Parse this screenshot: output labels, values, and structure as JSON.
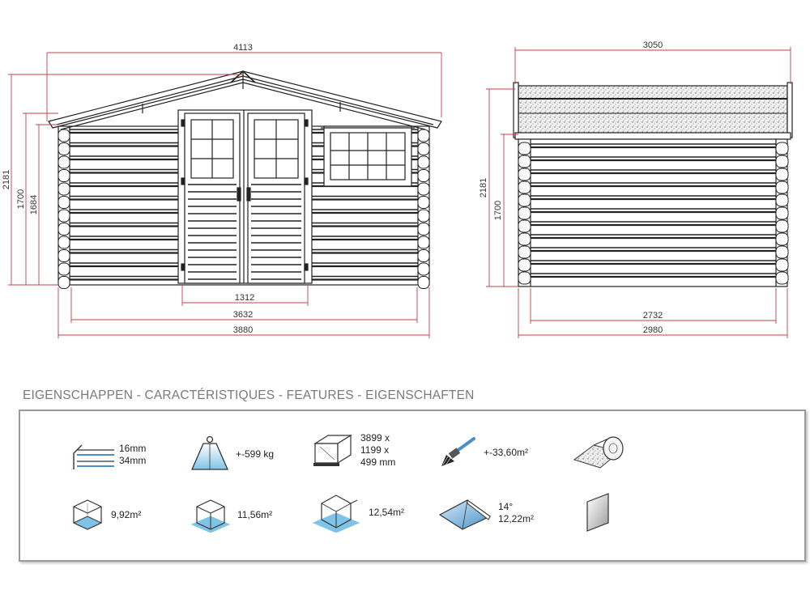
{
  "colors": {
    "dimension_line": "#c0404a",
    "drawing_line": "#222222",
    "blue_fill": "#7fc3e6",
    "box_border": "#9a9a9a"
  },
  "front_view": {
    "dim_total_width": "4113",
    "dim_base_width": "3880",
    "dim_wall_width": "3632",
    "dim_door_width": "1312",
    "dim_total_height": "2181",
    "dim_wall_height": "1700",
    "dim_inner_height": "1684"
  },
  "side_view": {
    "dim_roof_width": "3050",
    "dim_base_width": "2980",
    "dim_wall_width": "2732",
    "dim_total_height": "2181",
    "dim_wall_height": "1700"
  },
  "features": {
    "title": "EIGENSCHAPPEN - CARACTÉRISTIQUES - FEATURES - EIGENSCHAFTEN",
    "wall_thickness": {
      "icon": "wall-thickness-icon",
      "line1": "16mm",
      "line2": "34mm"
    },
    "weight": {
      "icon": "weight-icon",
      "value": "+-599 kg"
    },
    "package": {
      "icon": "package-icon",
      "line1": "3899 x",
      "line2": "1199 x",
      "line3": "499 mm"
    },
    "paint": {
      "icon": "paintbrush-icon",
      "value": "+-33,60m²"
    },
    "roofing": {
      "icon": "roofing-roll-icon"
    },
    "floor_area": {
      "icon": "cube-floor-icon",
      "value": "9,92m²"
    },
    "base_area": {
      "icon": "cube-base-icon",
      "value": "11,56m²"
    },
    "roof_area": {
      "icon": "cube-roof-icon",
      "value": "12,54m²"
    },
    "roof_slope": {
      "icon": "roof-slope-icon",
      "angle": "14°",
      "value": "12,22m²"
    },
    "window": {
      "icon": "window-glass-icon"
    }
  }
}
